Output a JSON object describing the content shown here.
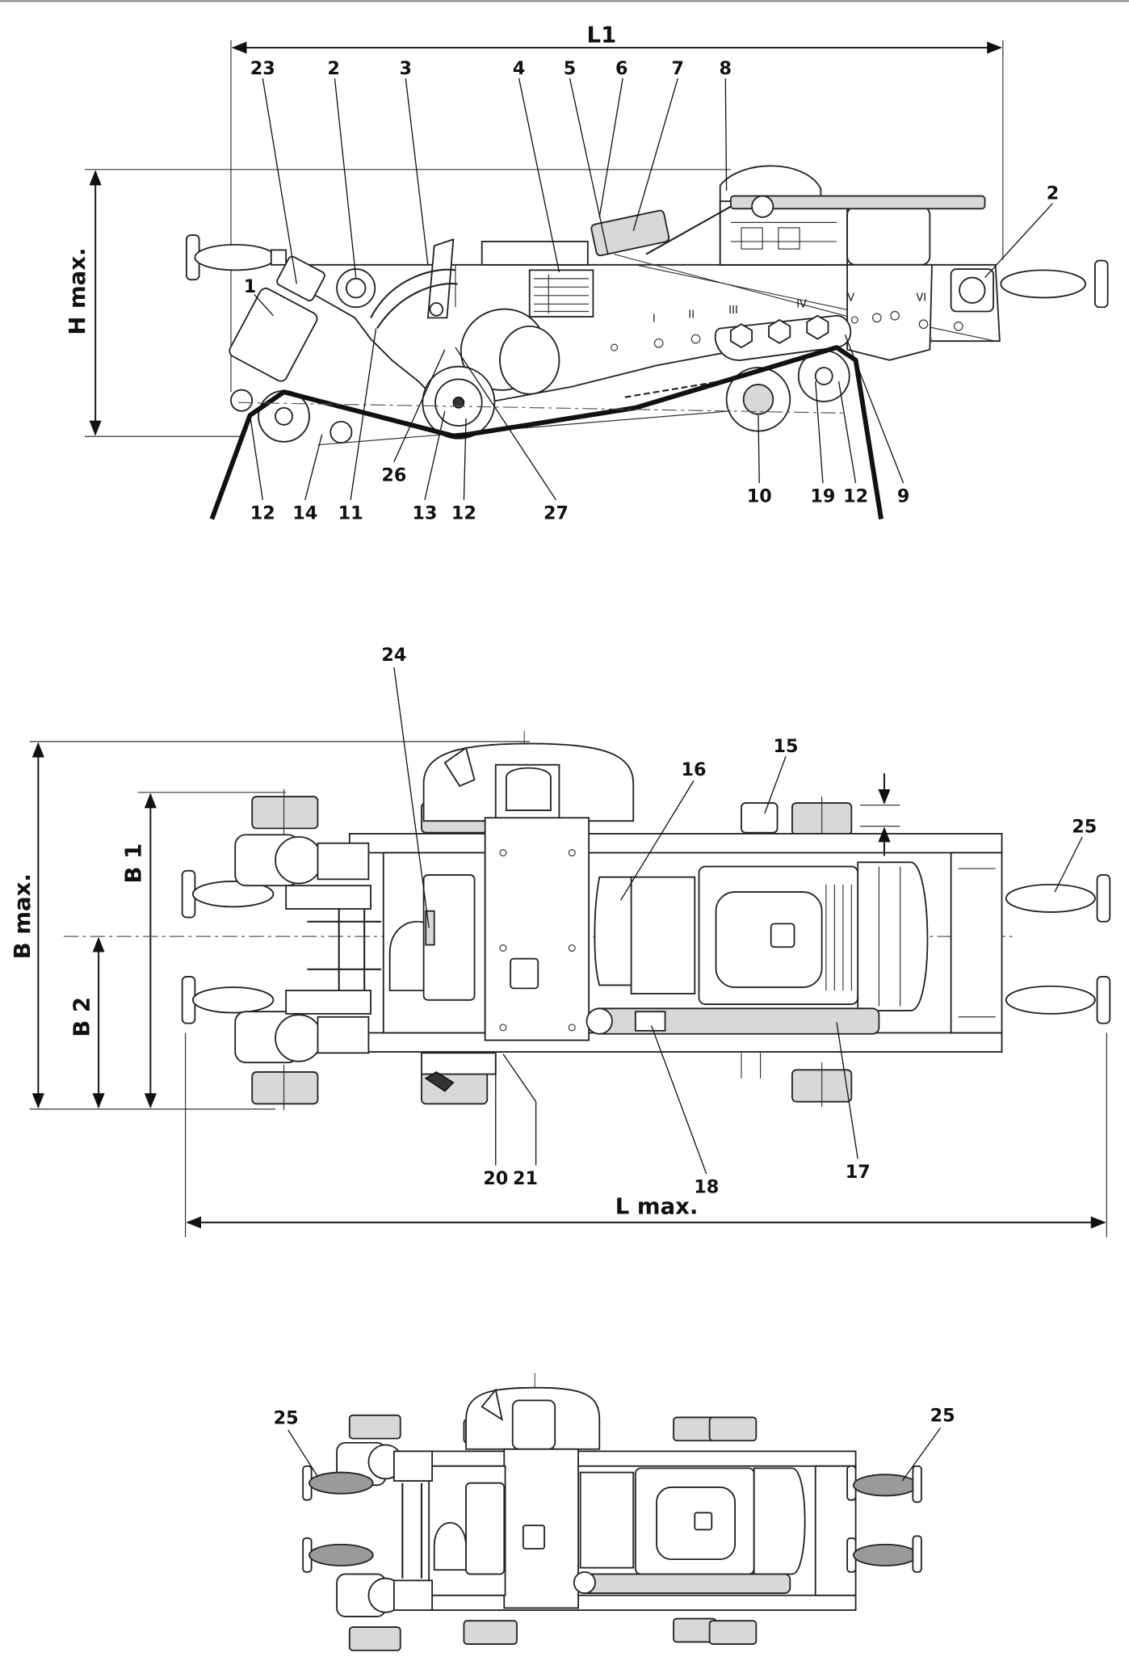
{
  "side_view": {
    "callouts": [
      "23",
      "2",
      "3",
      "4",
      "5",
      "6",
      "7",
      "8",
      "2",
      "1",
      "12",
      "14",
      "11",
      "26",
      "13",
      "12",
      "27",
      "10",
      "19",
      "12",
      "9"
    ],
    "roman_marks": [
      "I",
      "II",
      "III",
      "IV",
      "V",
      "VI"
    ],
    "dimensions": {
      "length": "L1",
      "height": "H max."
    }
  },
  "top_view": {
    "callouts": [
      "24",
      "15",
      "16",
      "25",
      "20",
      "21",
      "18",
      "17"
    ],
    "dimensions": {
      "width_max": "B max.",
      "width_1": "B 1",
      "width_2": "B 2",
      "length_max": "L max."
    }
  },
  "bottom_view": {
    "callouts": [
      "25",
      "25"
    ]
  }
}
